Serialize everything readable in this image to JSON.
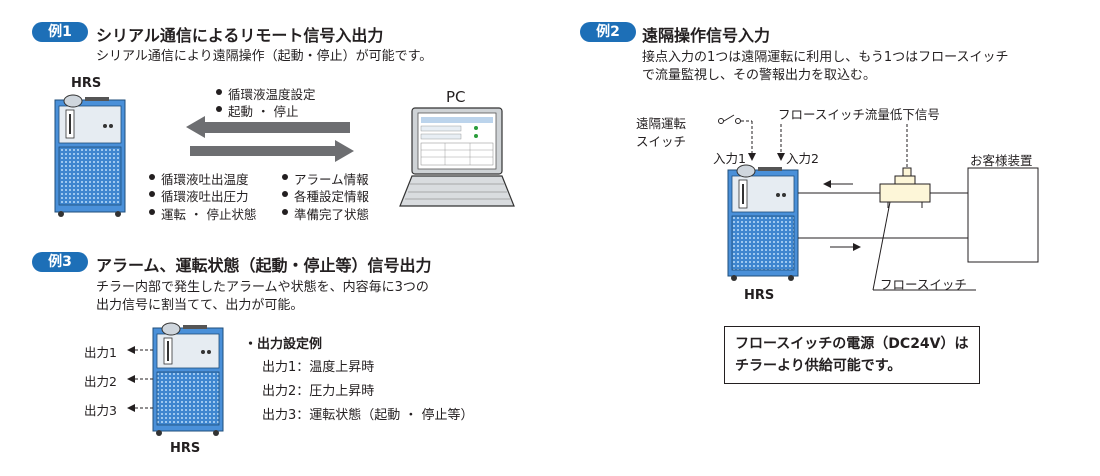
{
  "colors": {
    "accent": "#1d6fb7",
    "unit_blue": "#4a90d9",
    "text": "#231f20"
  },
  "ex1": {
    "badge": "例1",
    "title": "シリアル通信によるリモート信号入出力",
    "desc": "シリアル通信により遠隔操作（起動・停止）が可能です。",
    "unit_label": "HRS",
    "pc_label": "PC",
    "in_items": [
      "循環液温度設定",
      "起動 ・ 停止"
    ],
    "out_items_left": [
      "循環液吐出温度",
      "循環液吐出圧力",
      "運転 ・ 停止状態"
    ],
    "out_items_right": [
      "アラーム情報",
      "各種設定情報",
      "準備完了状態"
    ]
  },
  "ex2": {
    "badge": "例2",
    "title": "遠隔操作信号入力",
    "desc_lines": [
      "接点入力の1つは遠隔運転に利用し、もう1つはフロースイッチ",
      "で流量監視し、その警報出力を取込む。"
    ],
    "remote_switch_lines": [
      "遠隔運転",
      "スイッチ"
    ],
    "input1": "入力1",
    "input2": "入力2",
    "flow_signal": "フロースイッチ流量低下信号",
    "customer": "お客様装置",
    "flow_switch": "フロースイッチ",
    "unit_label": "HRS",
    "note_lines": [
      "フロースイッチの電源（DC24V）は",
      "チラーより供給可能です。"
    ]
  },
  "ex3": {
    "badge": "例3",
    "title": "アラーム、運転状態（起動・停止等）信号出力",
    "desc_lines": [
      "チラー内部で発生したアラームや状態を、内容毎に3つの",
      "出力信号に割当てて、出力が可能。"
    ],
    "outputs": [
      "出力1",
      "出力2",
      "出力3"
    ],
    "unit_label": "HRS",
    "setting_title": "・出力設定例",
    "settings": [
      "出力1：温度上昇時",
      "出力2：圧力上昇時",
      "出力3：運転状態（起動 ・ 停止等）"
    ]
  }
}
